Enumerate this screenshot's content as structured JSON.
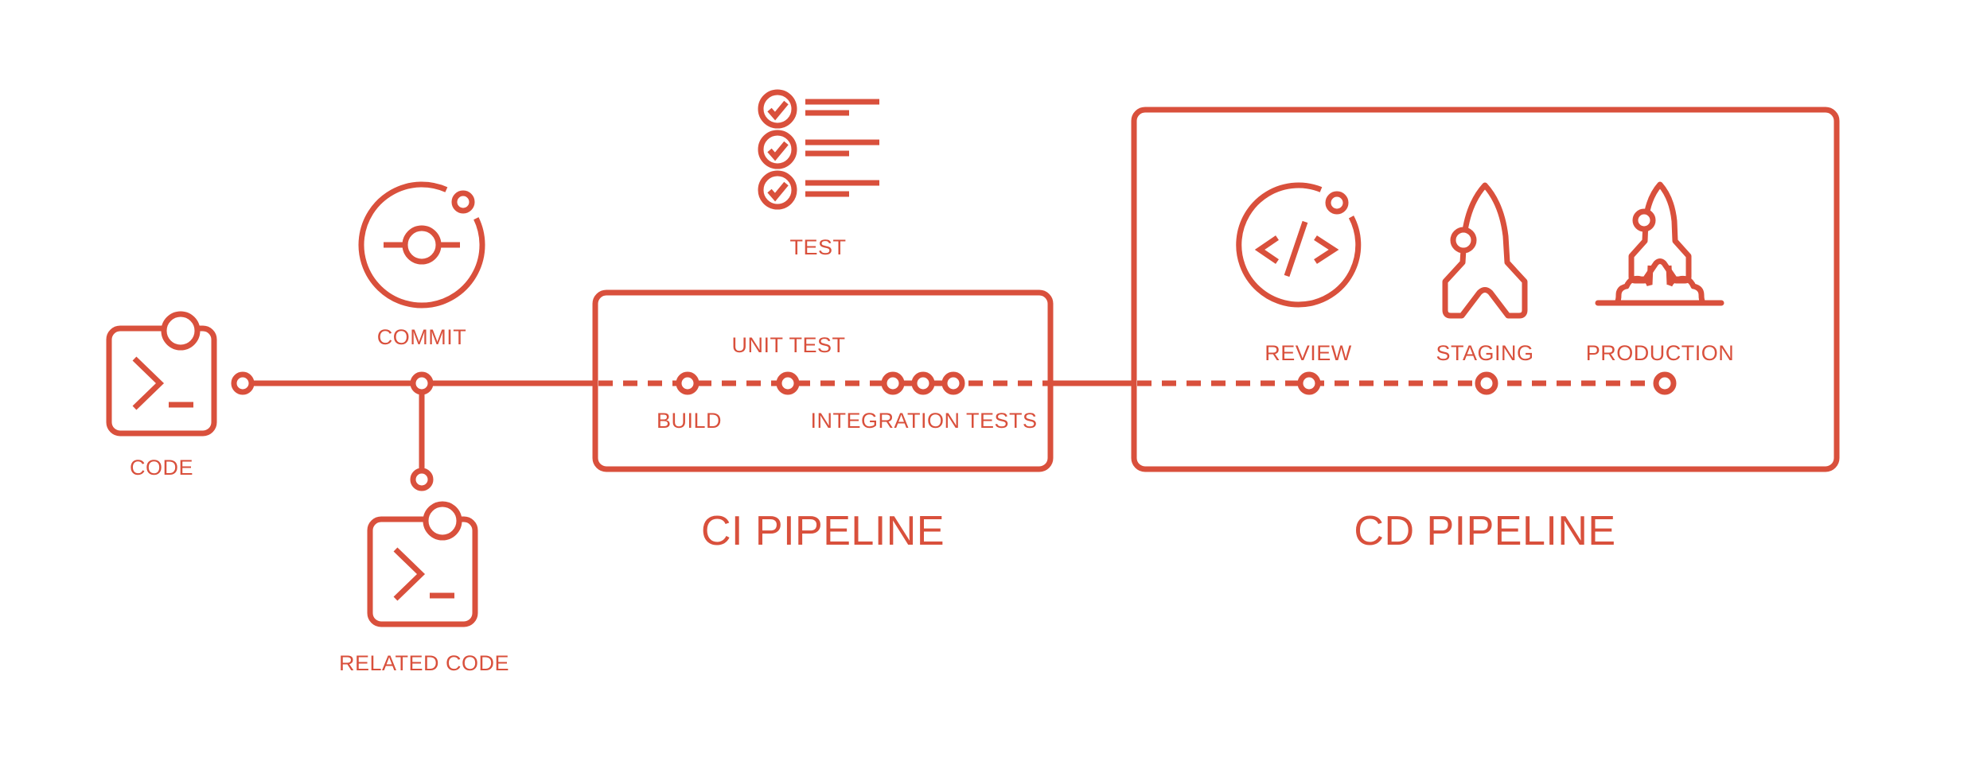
{
  "accent_color": "#D9503C",
  "background_color": "#FFFFFF",
  "stages": {
    "code": {
      "label": "CODE",
      "icon": "terminal-code-icon"
    },
    "commit": {
      "label": "COMMIT",
      "icon": "git-commit-icon"
    },
    "related_code": {
      "label": "RELATED CODE",
      "icon": "terminal-code-icon"
    }
  },
  "test": {
    "label": "TEST",
    "icon": "checklist-icon"
  },
  "ci": {
    "title": "CI PIPELINE",
    "steps": [
      {
        "label": "BUILD",
        "label_position": "below"
      },
      {
        "label": "UNIT TEST",
        "label_position": "above"
      },
      {
        "label": "INTEGRATION TESTS",
        "label_position": "below",
        "node_count": 3
      }
    ]
  },
  "cd": {
    "title": "CD PIPELINE",
    "stages": [
      {
        "label": "REVIEW",
        "icon": "code-review-icon"
      },
      {
        "label": "STAGING",
        "icon": "rocket-icon"
      },
      {
        "label": "PRODUCTION",
        "icon": "rocket-launch-icon"
      }
    ]
  }
}
